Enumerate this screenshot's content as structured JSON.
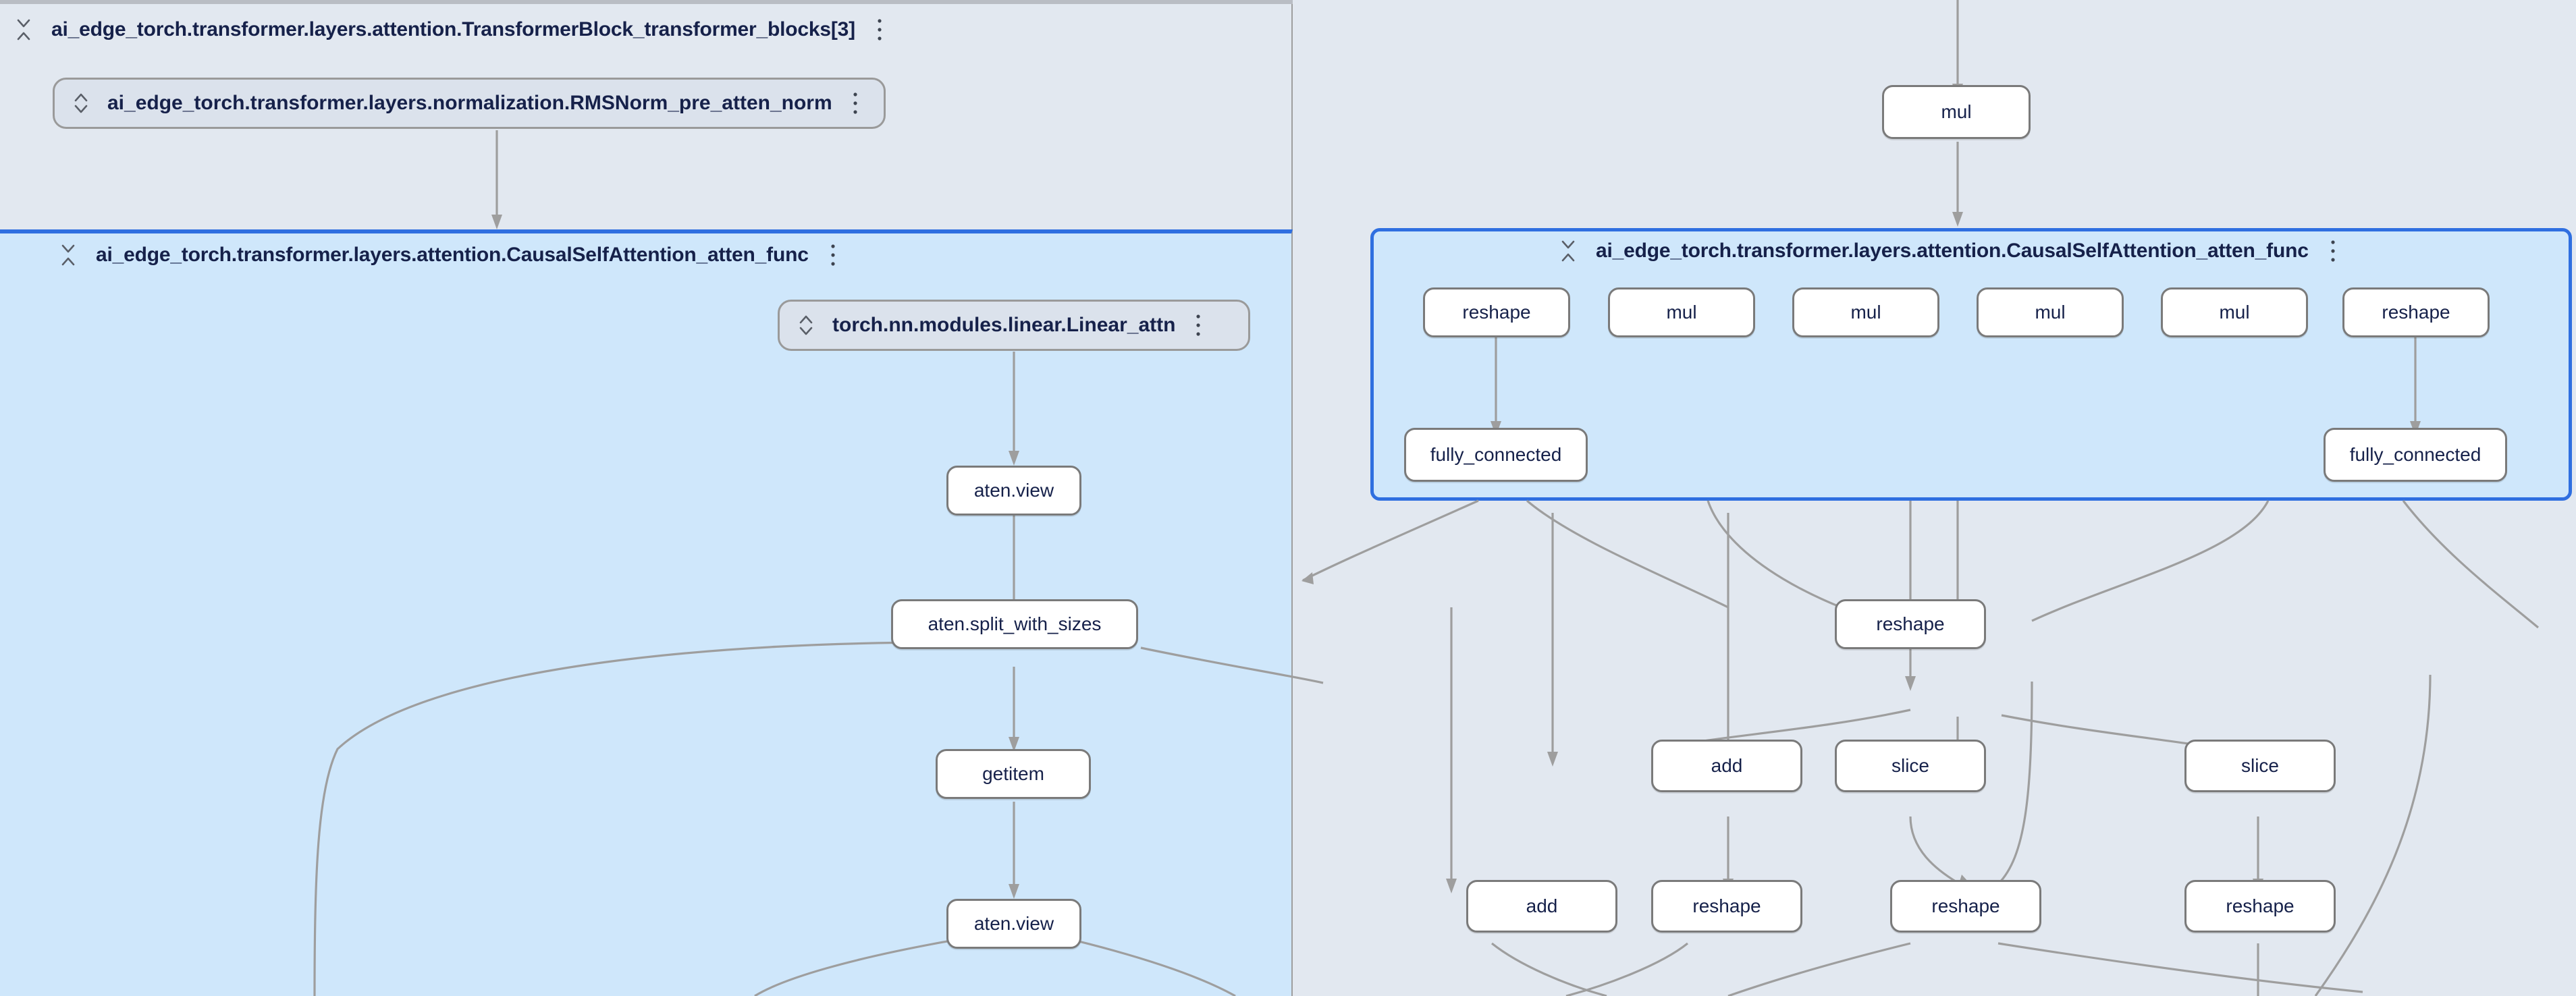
{
  "app": {
    "canvas_bg": "#e2e8f0",
    "selected_bg": "#cfe7fb",
    "selected_border": "#2f6fe0",
    "node_bg": "#ffffff",
    "node_border": "#7a7a7a",
    "edge_color": "#9e9e9e",
    "text_color": "#16214a"
  },
  "icons": {
    "collapse": "collapse-chevrons-icon",
    "expand": "expand-chevrons-icon",
    "menu": "more-vertical-icon"
  },
  "groups": {
    "transformer_block": {
      "label": "ai_edge_torch.transformer.layers.attention.TransformerBlock_transformer_blocks[3]",
      "state": "expanded"
    },
    "atten_func_left": {
      "label": "ai_edge_torch.transformer.layers.attention.CausalSelfAttention_atten_func",
      "state": "expanded",
      "selected": true
    },
    "atten_func_right": {
      "label": "ai_edge_torch.transformer.layers.attention.CausalSelfAttention_atten_func",
      "state": "expanded",
      "selected": true
    }
  },
  "chips": {
    "rmsnorm": {
      "label": "ai_edge_torch.transformer.layers.normalization.RMSNorm_pre_atten_norm",
      "state": "collapsed"
    },
    "linear_attn": {
      "label": "torch.nn.modules.linear.Linear_attn",
      "state": "collapsed"
    }
  },
  "nodes": {
    "left_view_1": "aten.view",
    "left_split": "aten.split_with_sizes",
    "left_getitem": "getitem",
    "left_view_2": "aten.view",
    "right_mul_top": "mul",
    "r_reshape_a": "reshape",
    "r_mul_1": "mul",
    "r_mul_2": "mul",
    "r_mul_3": "mul",
    "r_mul_4": "mul",
    "r_reshape_b": "reshape",
    "r_fc_left": "fully_connected",
    "r_fc_right": "fully_connected",
    "r_reshape_mid": "reshape",
    "r_add_1": "add",
    "r_slice_1": "slice",
    "r_slice_2": "slice",
    "r_add_2": "add",
    "r_reshape_c": "reshape",
    "r_reshape_d": "reshape",
    "r_reshape_e": "reshape"
  },
  "graph_data": {
    "type": "diagram",
    "diagram_kind": "model-explorer-node-graph",
    "node_count": 21,
    "group_count": 3,
    "collapsed_module_count": 2
  }
}
